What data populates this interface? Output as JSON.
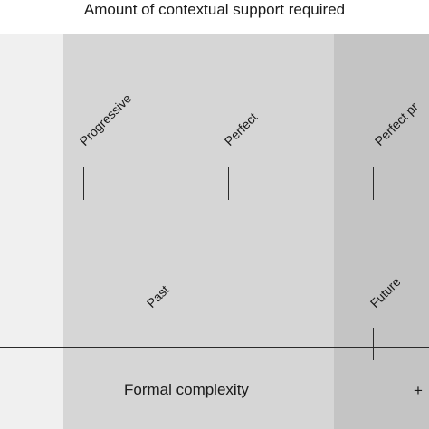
{
  "colors": {
    "band_light": "#f0f0f0",
    "band_mid": "#d6d6d6",
    "band_dark": "#c4c4c4"
  },
  "title": "Amount of contextual support required",
  "top_axis": {
    "ticks": [
      {
        "label": "Progressive"
      },
      {
        "label": "Perfect"
      },
      {
        "label": "Perfect pr"
      }
    ]
  },
  "bottom_axis": {
    "ticks": [
      {
        "label": "Past"
      },
      {
        "label": "Future"
      }
    ]
  },
  "bottom_label": "Formal complexity",
  "end_marker": "+"
}
